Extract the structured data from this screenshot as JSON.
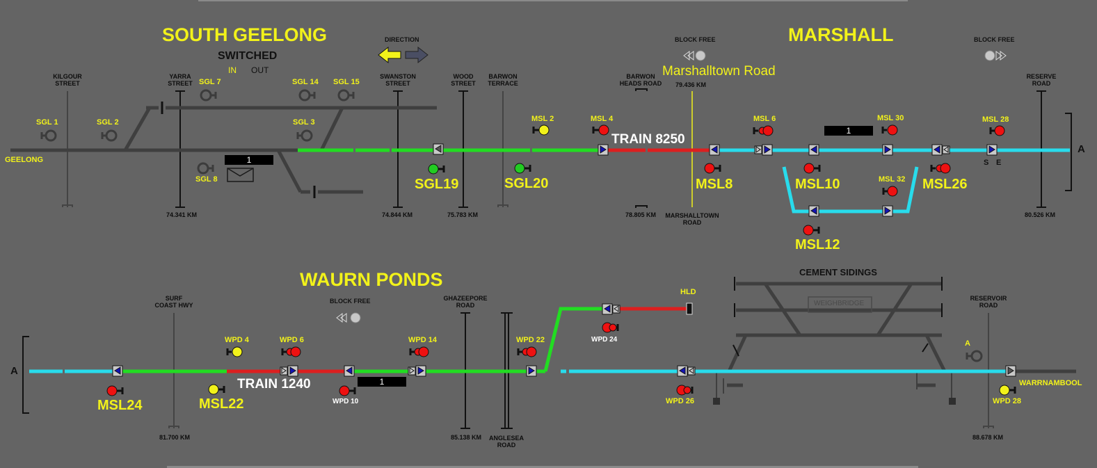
{
  "areas": {
    "south_geelong": "SOUTH GEELONG",
    "marshall": "MARSHALL",
    "waurn_ponds": "WAURN PONDS",
    "cement_sidings": "CEMENT SIDINGS",
    "weighbridge": "WEIGHBRIDGE"
  },
  "controls": {
    "switched": "SWITCHED",
    "in": "IN",
    "out": "OUT",
    "direction": "DIRECTION",
    "block_free_marshall_left": "BLOCK FREE",
    "block_free_marshall_right": "BLOCK FREE",
    "block_free_waurn": "BLOCK FREE",
    "marshalltown_label": "Marshalltown Road"
  },
  "places": {
    "geelong": "GEELONG",
    "warrnambool": "WARRNAMBOOL",
    "hld": "HLD",
    "a_top": "A",
    "a_bottom": "A",
    "a_wpd": "A",
    "s": "S",
    "e": "E"
  },
  "roads": {
    "kilgour": "KILGOUR\nSTREET",
    "yarra": "YARRA\nSTREET",
    "swanston": "SWANSTON\nSTREET",
    "wood": "WOOD\nSTREET",
    "barwon_terrace": "BARWON\nTERRACE",
    "barwon_heads": "BARWON\nHEADS ROAD",
    "reserve": "RESERVE\nROAD",
    "marshalltown_bottom": "MARSHALLTOWN\nROAD",
    "surf_coast": "SURF\nCOAST HWY",
    "ghazeepore": "GHAZEEPORE\nROAD",
    "anglesea": "ANGLESEA\nROAD",
    "reservoir": "RESERVOIR\nROAD"
  },
  "kms": {
    "k74341": "74.341 KM",
    "k74844": "74.844 KM",
    "k75783": "75.783 KM",
    "k78805": "78.805 KM",
    "k79436": "79.436 KM",
    "k80526": "80.526 KM",
    "k81700": "81.700 KM",
    "k85138": "85.138 KM",
    "k88678": "88.678 KM"
  },
  "signals": {
    "sgl1": "SGL 1",
    "sgl2": "SGL 2",
    "sgl3": "SGL 3",
    "sgl7": "SGL 7",
    "sgl8": "SGL 8",
    "sgl14": "SGL 14",
    "sgl15": "SGL 15",
    "sgl19": "SGL19",
    "sgl20": "SGL20",
    "msl2": "MSL 2",
    "msl4": "MSL 4",
    "msl6": "MSL 6",
    "msl28": "MSL 28",
    "msl30": "MSL 30",
    "msl32": "MSL 32",
    "msl8": "MSL8",
    "msl10": "MSL10",
    "msl12": "MSL12",
    "msl26": "MSL26",
    "msl22": "MSL22",
    "msl24": "MSL24",
    "wpd4": "WPD 4",
    "wpd6": "WPD 6",
    "wpd10": "WPD 10",
    "wpd14": "WPD 14",
    "wpd22": "WPD 22",
    "wpd24": "WPD 24",
    "wpd26": "WPD 26",
    "wpd28": "WPD 28"
  },
  "trains": {
    "t8250": "TRAIN 8250",
    "t1240": "TRAIN 1240"
  },
  "blocks": {
    "b_sg": "1",
    "b_marshall": "1",
    "b_waurn": "1"
  },
  "colors": {
    "background": "#646464",
    "track_dark": "#3f3f3f",
    "track_green": "#22dd22",
    "track_red": "#dd1f1f",
    "track_cyan": "#28dcec",
    "label_yellow": "#f2f21a",
    "signal_red": "#ee1111",
    "signal_yellow": "#f2f21a",
    "signal_green": "#22cc22"
  }
}
